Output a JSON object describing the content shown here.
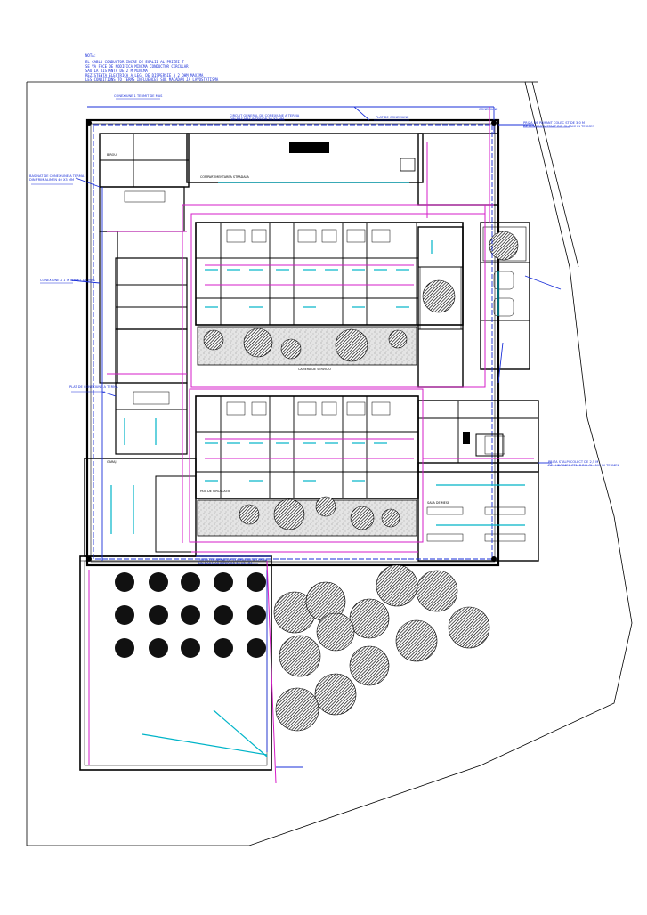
{
  "notes_title": "NOTA:",
  "notes": [
    "EL CABLU CONDUCTOR INCRE DE EGALIZ AL PRIZEI T",
    "SE VA FACE DE MODIFICA MINIMA CONDUCTOR CIRCULAR",
    "SAU LA DISTANTA DE 2 M MINIMA",
    "REZISTENTA ELECTRICA A LEG. DE DISPERSIE A 2 OHM MAXIMA",
    "LES CONDITIONS TO TERMS INFLUENCES SOL MACADAN JA LAVOSTATISMA"
  ],
  "labels": {
    "top_left_connection": "CONEXIUNE 1 TERMIT DE MAS",
    "top_circuit": "CIRCUIT GENERAL DE CONEXIUNE A TERMA",
    "top_circuit_sub": "DIN BAS MAS INTERIOR 30 X3 MM",
    "top_plate": "PLAT DE CONEXIUNE",
    "top_right_connection": "CONEXIUNE",
    "right_top_priza": "PRIZA DE PAMANT COLEC ST DE 3,0 M",
    "right_top_priza_sub": "DE LUNGIMEA STALP BIN OLANIC IN TERMEN",
    "left_top_collector": "BASINAT DE CONEXIUNE A TERMA",
    "left_top_collector_sub": "DIN FRIM ALIMEN 40 X3 MM",
    "left_mid_connection": "CONEXIUNE A 1 INTERMIT DE MAS",
    "left_low_plate": "PLAT DE CONEXIUNE A TERMA",
    "right_low_priza": "PRIZA STALPI COLECT DE 2,5 M",
    "right_low_priza_sub": "DE LUNGIMEA STALP BIN OLANIC IN TERMEN",
    "bottom_circuit": "CIRCUIT GENERAL DE CONEXIUNE A TERMA",
    "bottom_circuit_sub": "DIN BAS MAS INTERIOR 30 X3 MM",
    "corridor_top": "COMPARTIMENTAREA STRADALA",
    "corridor_mid": "CAMERA DE SERVICIU",
    "corridor_low": "HOL DE CIRCULATIE",
    "room_label": "SALA DE MESE",
    "room_garage": "GARAJ",
    "room_office": "BIROU"
  },
  "colors": {
    "wall": "#000000",
    "grounding": "#1a2fd8",
    "lighting": "#d61cc8",
    "fixture": "#00b4c8",
    "tree": "#111111",
    "garden_fill": "#dcdcdc"
  }
}
